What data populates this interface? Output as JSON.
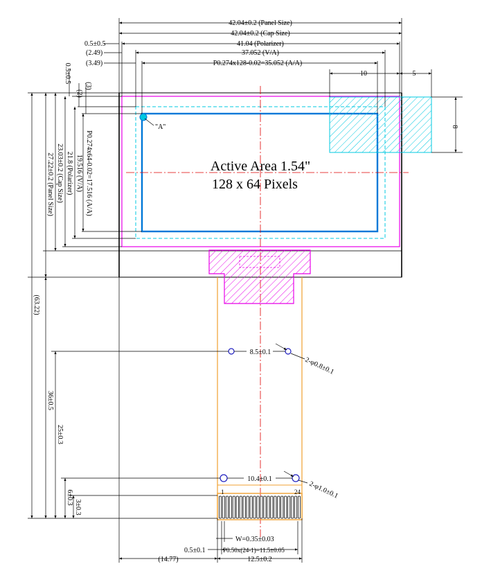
{
  "dims_top": {
    "panel_size": "42.04±0.2 (Panel Size)",
    "cap_size": "42.04±0.2 (Cap Size)",
    "polarizer_offset": "0.5±0.5",
    "polarizer": "41.04 (Polarizer)",
    "va_offset": "(2.49)",
    "va": "37.052 (V/A)",
    "aa_offset": "(3.49)",
    "aa": "P0.274x128-0.02=35.052 (A/A)",
    "tab_10": "10",
    "tab_5": "5",
    "tab_8": "8"
  },
  "dims_left": {
    "top_gap": "0.5±0.5",
    "gap_3": "(3)",
    "gap_2": "(2)",
    "aa_height": "P0.274x64-0.02=17.516 (A/A)",
    "va_height": "19.516 (V/A)",
    "polarizer_height": "21.8 (Polarizer)",
    "cap_height": "23.03±0.2 (Cap Size)",
    "panel_height": "27.22±0.2 (Panel Size)",
    "overall_height": "(63.22)",
    "fpc_36": "36±0.5",
    "fpc_25": "25±0.3",
    "fpc_6": "6±0.3",
    "fpc_3": "3±0.3"
  },
  "labels": {
    "point_a": "\"A\"",
    "active_area_line1": "Active Area 1.54\"",
    "active_area_line2": "128 x 64 Pixels",
    "hole_span_1": "8.5±0.1",
    "hole_spec_1": "2-φ0.8±0.1",
    "hole_span_2": "10.4±0.1",
    "hole_spec_2": "2-φ1.0±0.1",
    "pin_first": "1",
    "pin_last": "24"
  },
  "dims_bottom": {
    "pin_width": "W=0.35±0.03",
    "pin_pitch": "P0.50x(24-1)=11.5±0.05",
    "fpc_offset": "0.5±0.1",
    "fpc_left": "(14.77)",
    "fpc_width": "12.5±0.2"
  },
  "colors": {
    "line": "#000000",
    "magenta": "#e800e8",
    "cyan": "#00c8e0",
    "blue": "#0078d8",
    "orange": "#f0a030",
    "red": "#e00000",
    "hole": "#2020c0"
  }
}
